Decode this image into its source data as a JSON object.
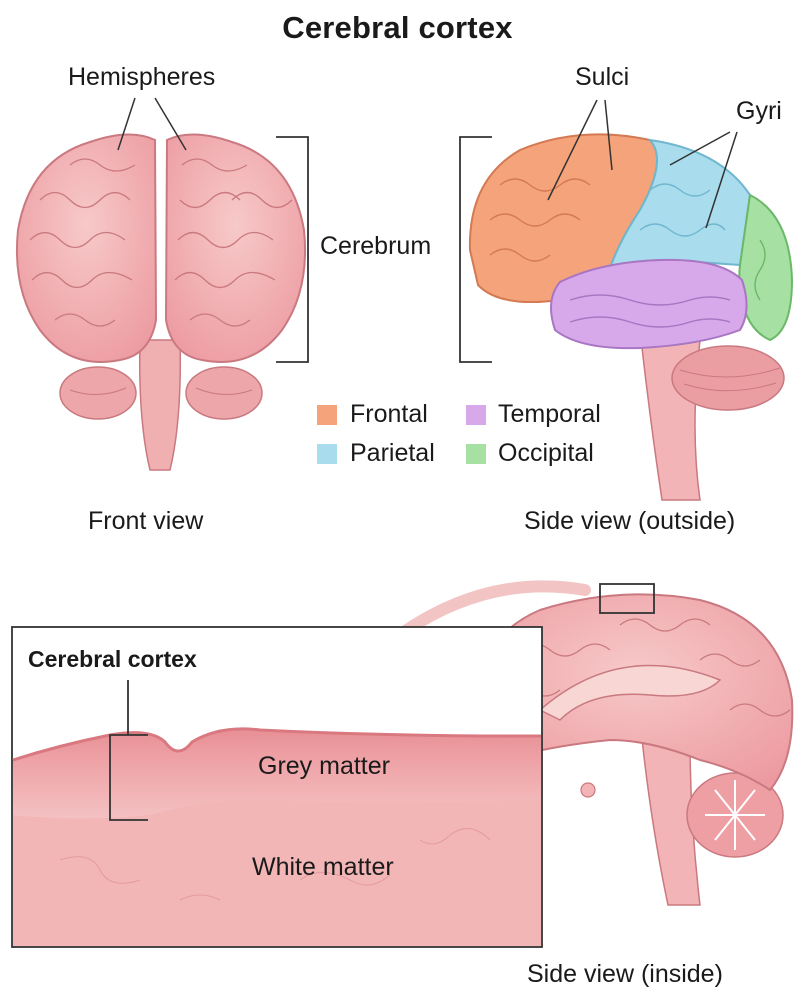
{
  "title": "Cerebral cortex",
  "labels": {
    "hemispheres": "Hemispheres",
    "cerebrum": "Cerebrum",
    "sulci": "Sulci",
    "gyri": "Gyri",
    "front_view": "Front view",
    "side_view_outside": "Side view (outside)",
    "side_view_inside": "Side view (inside)",
    "inset_title": "Cerebral cortex",
    "grey_matter": "Grey matter",
    "white_matter": "White matter"
  },
  "legend": [
    {
      "label": "Frontal",
      "color": "#f5a37a"
    },
    {
      "label": "Temporal",
      "color": "#d7a8ea"
    },
    {
      "label": "Parietal",
      "color": "#a9dcec"
    },
    {
      "label": "Occipital",
      "color": "#a6e0a3"
    }
  ],
  "colors": {
    "brain_pink": "#f3b3b5",
    "brain_outline": "#c9797f",
    "frontal": "#f5a37a",
    "parietal": "#a9dcec",
    "temporal": "#d7a8ea",
    "occipital": "#a6e0a3",
    "arrow": "#f2c4c4"
  }
}
